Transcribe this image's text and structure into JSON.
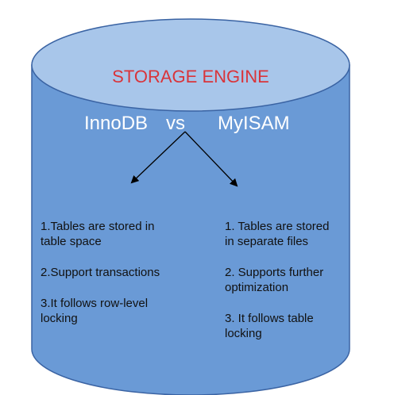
{
  "diagram": {
    "title": "STORAGE ENGINE",
    "left_engine": "InnoDB",
    "connector": "vs",
    "right_engine": "MyISAM",
    "left_points": [
      "1.Tables are stored in\ntable space",
      "2.Support transactions",
      "3.It follows row-level\nlocking"
    ],
    "right_points": [
      "1. Tables are stored\nin separate files",
      "2. Supports further\noptimization",
      "3. It follows table\n locking"
    ]
  },
  "colors": {
    "cylinder_body": "#6a9ad6",
    "cylinder_top": "#a8c6ea",
    "outline": "#3a63a3",
    "title_text": "#d9343a",
    "arrow": "#000000"
  }
}
